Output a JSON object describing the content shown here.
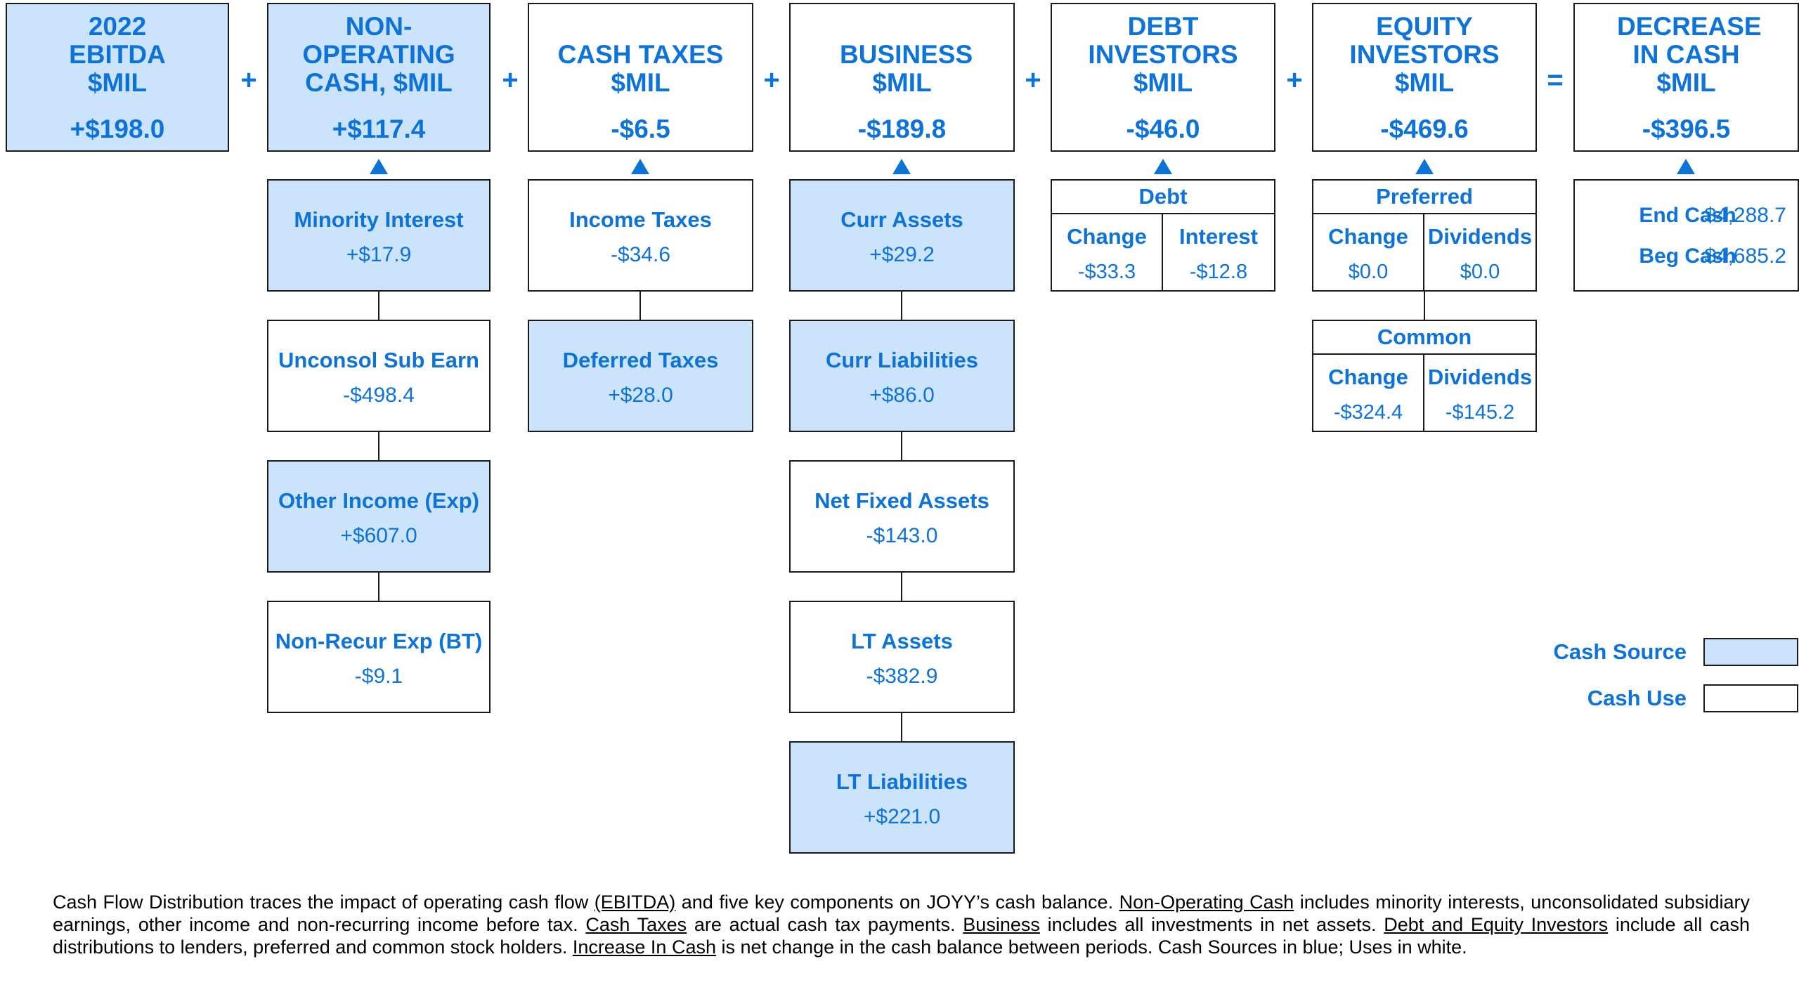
{
  "colors": {
    "accent": "#0d73d9",
    "source_fill": "#cce4fb",
    "use_fill": "#ffffff",
    "border": "#1a1a1a"
  },
  "top": {
    "ebitda": {
      "title": "2022 EBITDA $MIL",
      "value": "+$198.0"
    },
    "nonop": {
      "title": "NON-OPERATING CASH, $MIL",
      "value": "+$117.4"
    },
    "taxes": {
      "title": "CASH TAXES $MIL",
      "value": "-$6.5"
    },
    "business": {
      "title": "BUSINESS $MIL",
      "value": "-$189.8"
    },
    "debt": {
      "title": "DEBT INVESTORS $MIL",
      "value": "-$46.0"
    },
    "equity": {
      "title": "EQUITY INVESTORS $MIL",
      "value": "-$469.6"
    },
    "cash": {
      "title": "DECREASE IN CASH $MIL",
      "value": "-$396.5"
    }
  },
  "operators": {
    "plus": "+",
    "equals": "="
  },
  "nonop_items": [
    {
      "label": "Minority Interest",
      "value": "+$17.9"
    },
    {
      "label": "Unconsol Sub Earn",
      "value": "-$498.4"
    },
    {
      "label": "Other Income (Exp)",
      "value": "+$607.0"
    },
    {
      "label": "Non-Recur Exp (BT)",
      "value": "-$9.1"
    }
  ],
  "tax_items": [
    {
      "label": "Income Taxes",
      "value": "-$34.6"
    },
    {
      "label": "Deferred Taxes",
      "value": "+$28.0"
    }
  ],
  "business_items": [
    {
      "label": "Curr Assets",
      "value": "+$29.2"
    },
    {
      "label": "Curr Liabilities",
      "value": "+$86.0"
    },
    {
      "label": "Net Fixed Assets",
      "value": "-$143.0"
    },
    {
      "label": "LT Assets",
      "value": "-$382.9"
    },
    {
      "label": "LT Liabilities",
      "value": "+$221.0"
    }
  ],
  "debt_detail": {
    "title": "Debt",
    "change_label": "Change",
    "change": "-$33.3",
    "interest_label": "Interest",
    "interest": "-$12.8"
  },
  "preferred": {
    "title": "Preferred",
    "change_label": "Change",
    "change": "$0.0",
    "dividends_label": "Dividends",
    "dividends": "$0.0"
  },
  "common": {
    "title": "Common",
    "change_label": "Change",
    "change": "-$324.4",
    "dividends_label": "Dividends",
    "dividends": "-$145.2"
  },
  "cash_detail": {
    "end_label": "End Cash",
    "end_value": "$4,288.7",
    "beg_label": "Beg Cash",
    "beg_value": "$4,685.2"
  },
  "legend": {
    "source": "Cash Source",
    "use": "Cash Use"
  },
  "footnote": {
    "p1": "Cash Flow Distribution traces the impact of operating cash flow ",
    "u1": "(EBITDA)",
    "p2": " and five key components on JOYY’s cash balance. ",
    "u2": "Non-Operating Cash",
    "p3": " includes minority interests, unconsolidated subsidiary earnings, other income and non-recurring income before tax. ",
    "u3": "Cash Taxes",
    "p4": " are actual cash tax payments. ",
    "u4": "Business",
    "p5": " includes all investments in net assets. ",
    "u5": "Debt and Equity Investors",
    "p6": " include all cash distributions to lenders, preferred and common stock holders. ",
    "u6": "Increase In Cash",
    "p7": " is net change in the cash balance between periods. Cash Sources in blue; Uses in white."
  }
}
